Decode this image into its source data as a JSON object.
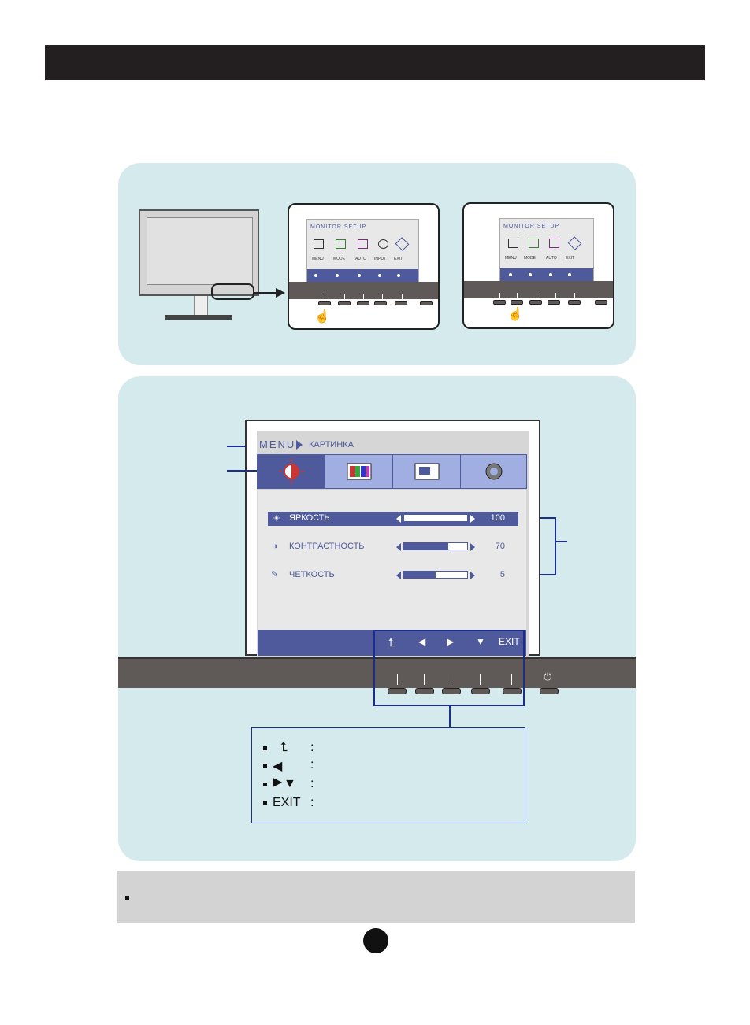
{
  "small_osd": {
    "title": "MONITOR SETUP",
    "labels_full": [
      "MENU",
      "MODE",
      "AUTO",
      "INPUT",
      "EXIT"
    ],
    "labels_short": [
      "MENU",
      "MODE",
      "AUTO",
      "EXIT"
    ]
  },
  "osd": {
    "breadcrumb_menu": "MENU",
    "breadcrumb_sub": "КАРТИНКА",
    "tabs": [
      "brightness-contrast-icon",
      "color-bars-icon",
      "display-icon",
      "settings-gear-icon"
    ],
    "rows": [
      {
        "icon": "sun-icon",
        "label": "ЯРКОСТЬ",
        "value": "100",
        "level": 100,
        "selected": true
      },
      {
        "icon": "contrast-icon",
        "label": "КОНТРАСТНОСТЬ",
        "value": "70",
        "level": 70,
        "selected": false
      },
      {
        "icon": "sharpness-icon",
        "label": "ЧЕТКОСТЬ",
        "value": "5",
        "level": 5,
        "selected": false
      }
    ],
    "footer": {
      "up": "⮤",
      "left": "◀",
      "right": "▶",
      "down": "▼",
      "exit": "EXIT"
    }
  },
  "legend": [
    {
      "symbol": "⮤",
      "colon": ":"
    },
    {
      "symbol": "◀ ▶",
      "colon": ":"
    },
    {
      "symbol": "▼",
      "colon": ":"
    },
    {
      "symbol": "EXIT",
      "colon": ":"
    }
  ],
  "colors": {
    "accent": "#4e5a9b",
    "panel": "#d5eaec",
    "callout": "#1c2e8c"
  }
}
